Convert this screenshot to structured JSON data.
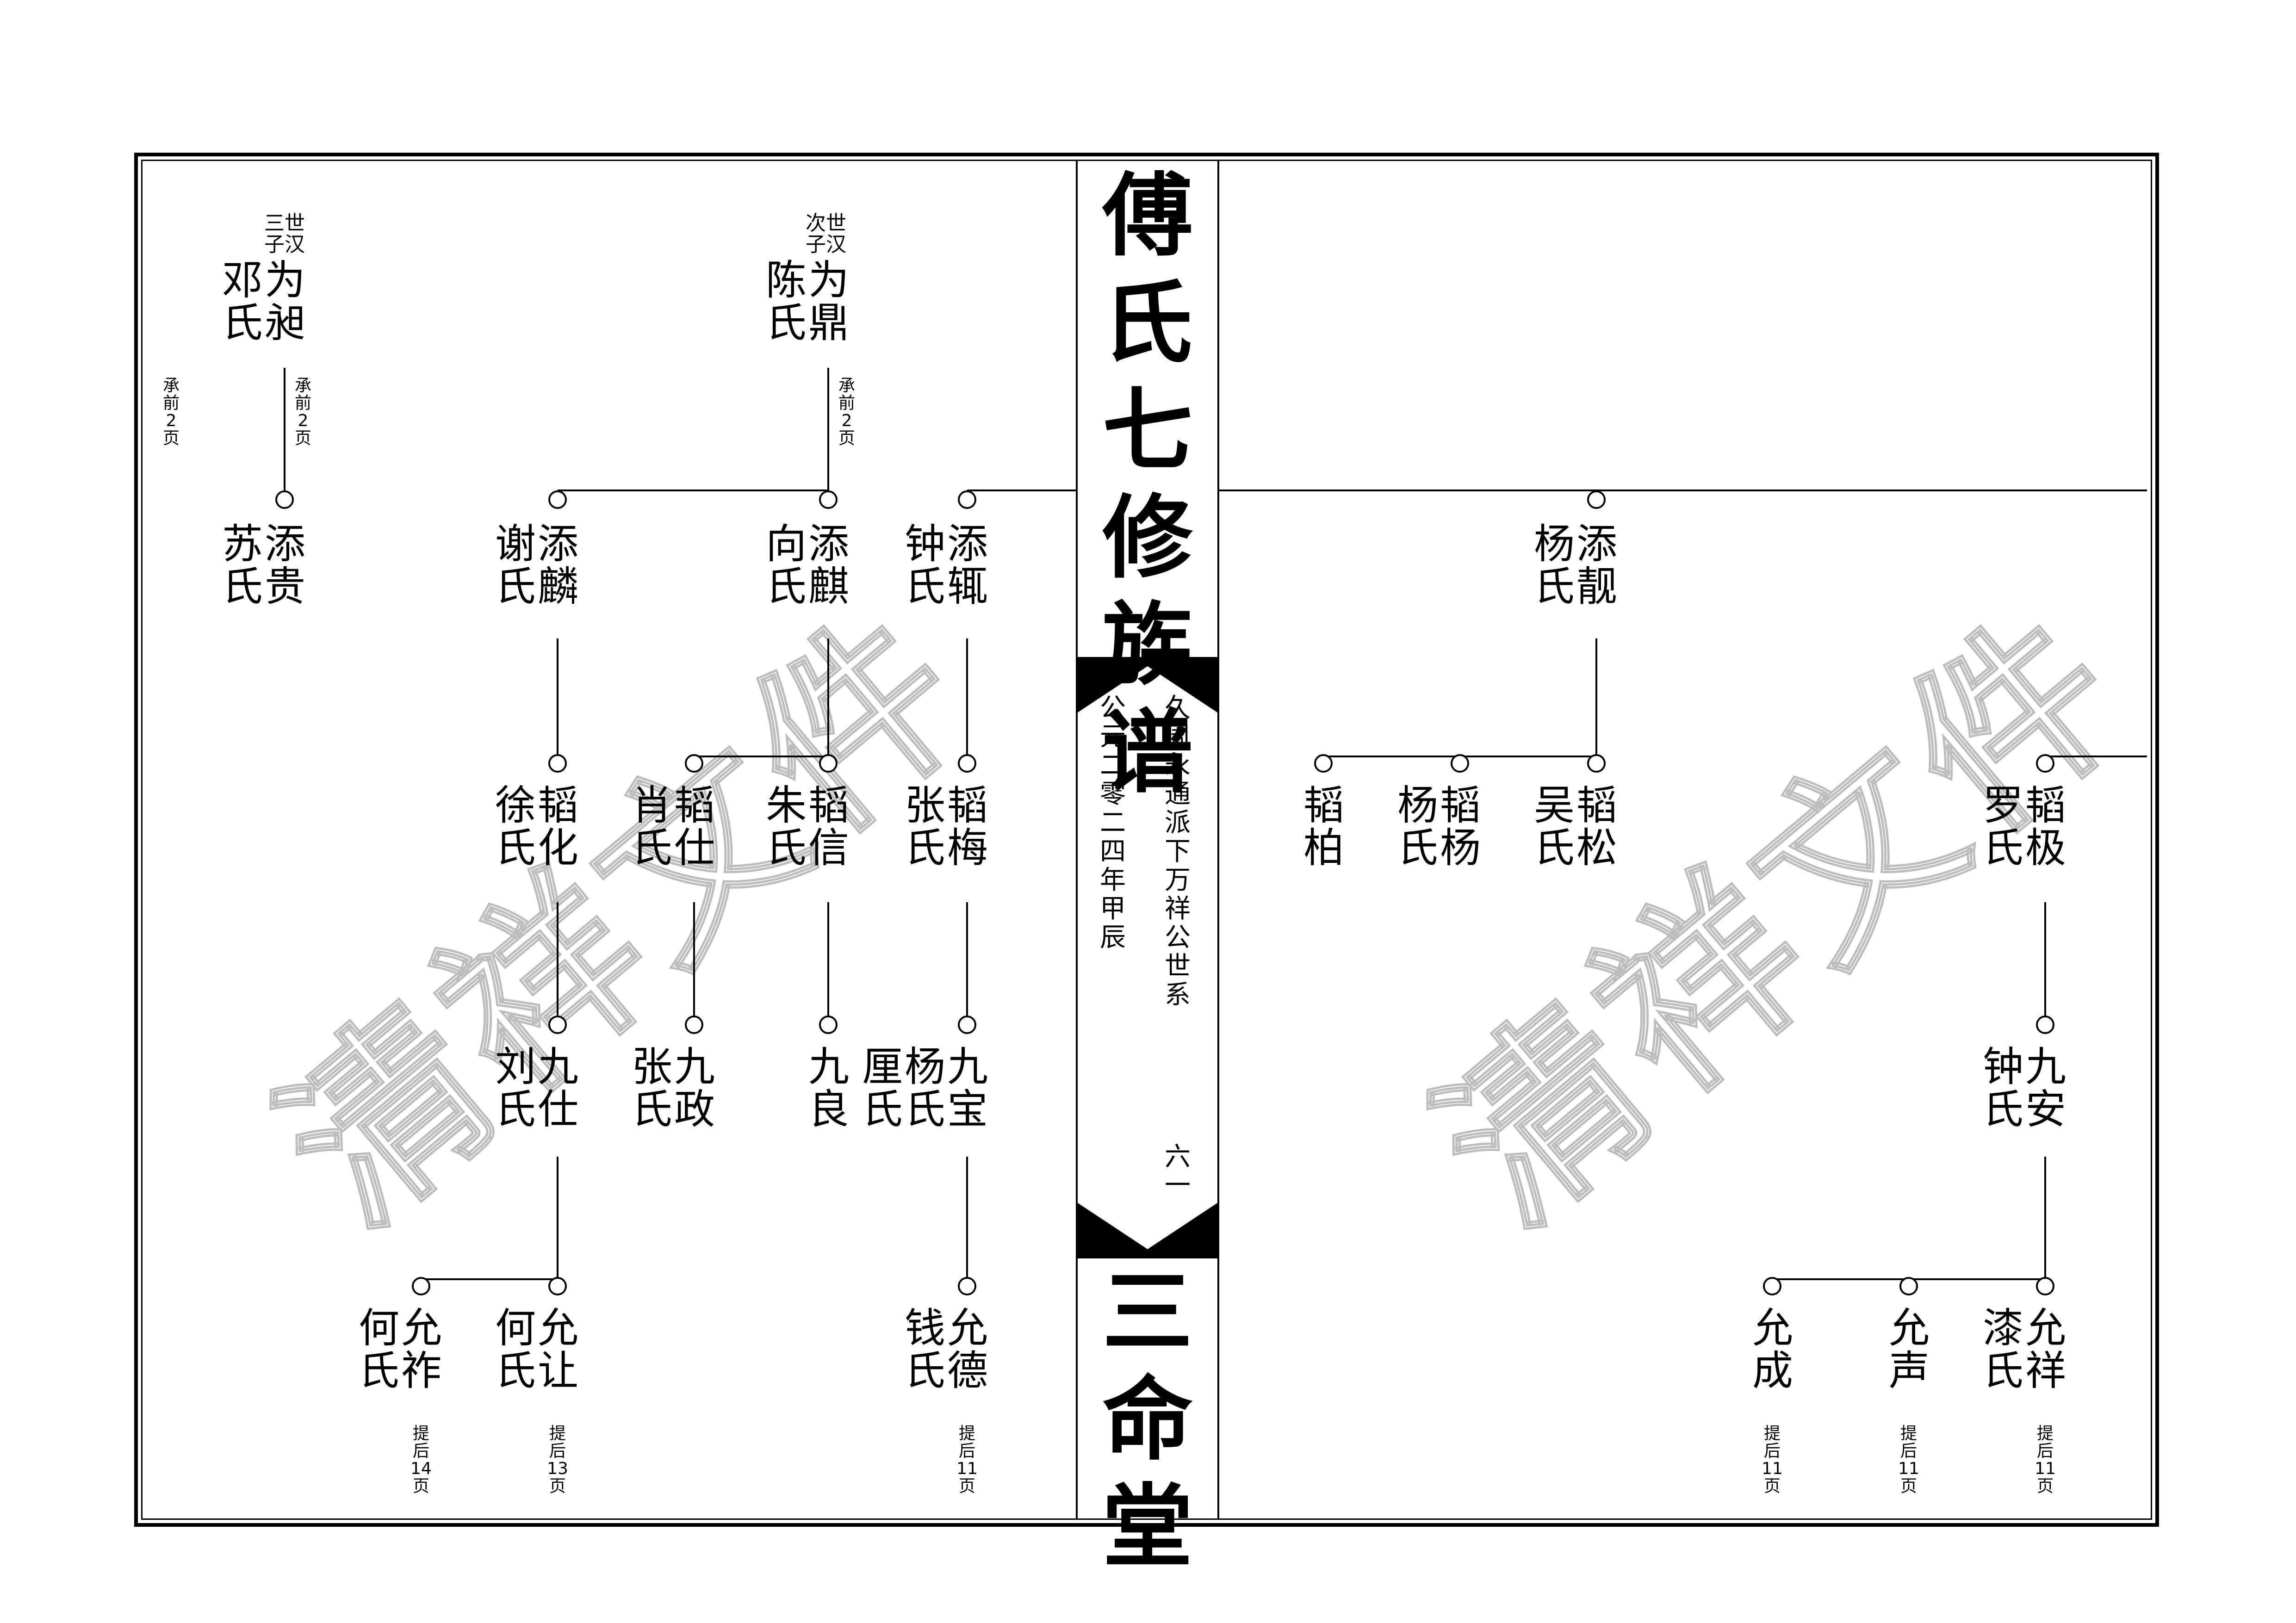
{
  "spine": {
    "title": "傅氏七修族谱",
    "lineage": "久周永通派下万祥公世系",
    "date": "公元二零二四年甲辰",
    "page_no": "六一",
    "hall": "三命堂"
  },
  "watermark": "清祥文件",
  "persons": [
    {
      "id": "p1",
      "a": "为",
      "b": "昶",
      "c": "邓",
      "d": "氏",
      "gen": "三世",
      "gen2": "子汉"
    },
    {
      "id": "p2",
      "a": "为",
      "b": "鼎",
      "c": "陈",
      "d": "氏",
      "gen": "次世",
      "gen2": "子汉"
    },
    {
      "id": "p3",
      "a": "添",
      "b": "贵",
      "c": "苏",
      "d": "氏"
    },
    {
      "id": "p4",
      "a": "添",
      "b": "麟",
      "c": "谢",
      "d": "氏"
    },
    {
      "id": "p5",
      "a": "添",
      "b": "麒",
      "c": "向",
      "d": "氏"
    },
    {
      "id": "p6",
      "a": "添",
      "b": "辄",
      "c": "钟",
      "d": "氏"
    },
    {
      "id": "p7",
      "a": "韬",
      "b": "化",
      "c": "徐",
      "d": "氏"
    },
    {
      "id": "p8",
      "a": "韬",
      "b": "仕",
      "c": "肖",
      "d": "氏"
    },
    {
      "id": "p9",
      "a": "韬",
      "b": "信",
      "c": "朱",
      "d": "氏"
    },
    {
      "id": "p10",
      "a": "韬",
      "b": "梅",
      "c": "张",
      "d": "氏"
    },
    {
      "id": "p11",
      "a": "九",
      "b": "仕",
      "c": "刘",
      "d": "氏"
    },
    {
      "id": "p12",
      "a": "九",
      "b": "政",
      "c": "张",
      "d": "氏"
    },
    {
      "id": "p13",
      "a": "九",
      "b": "良",
      "c": "",
      "d": ""
    },
    {
      "id": "p14",
      "a": "九",
      "b": "宝",
      "c": "杨",
      "d": "氏",
      "e": "厘",
      "f": "氏"
    },
    {
      "id": "p15",
      "a": "允",
      "b": "祚",
      "c": "何",
      "d": "氏"
    },
    {
      "id": "p16",
      "a": "允",
      "b": "让",
      "c": "何",
      "d": "氏"
    },
    {
      "id": "p17",
      "a": "允",
      "b": "德",
      "c": "钱",
      "d": "氏"
    },
    {
      "id": "p18",
      "a": "添",
      "b": "靓",
      "c": "杨",
      "d": "氏"
    },
    {
      "id": "p19",
      "a": "韬",
      "b": "柏",
      "c": "",
      "d": ""
    },
    {
      "id": "p20",
      "a": "韬",
      "b": "杨",
      "c": "杨",
      "d": "氏"
    },
    {
      "id": "p21",
      "a": "韬",
      "b": "松",
      "c": "吴",
      "d": "氏"
    },
    {
      "id": "p22",
      "a": "韬",
      "b": "极",
      "c": "罗",
      "d": "氏"
    },
    {
      "id": "p23",
      "a": "九",
      "b": "安",
      "c": "钟",
      "d": "氏"
    },
    {
      "id": "p24",
      "a": "允",
      "b": "成",
      "c": "",
      "d": ""
    },
    {
      "id": "p25",
      "a": "允",
      "b": "声",
      "c": "",
      "d": ""
    },
    {
      "id": "p26",
      "a": "允",
      "b": "祥",
      "c": "漆",
      "d": "氏"
    }
  ],
  "notes": {
    "cheng_qian_2_a": [
      "承",
      "前",
      "2",
      "页"
    ],
    "cheng_qian_2_b": [
      "承",
      "前",
      "2",
      "页"
    ],
    "cheng_qian_2_c": [
      "承",
      "前",
      "2",
      "页"
    ],
    "ti_hou_14": [
      "提",
      "后",
      "14",
      "页"
    ],
    "ti_hou_13": [
      "提",
      "后",
      "13",
      "页"
    ],
    "ti_hou_11_a": [
      "提",
      "后",
      "11",
      "页"
    ],
    "ti_hou_11_b": [
      "提",
      "后",
      "11",
      "页"
    ],
    "ti_hou_11_c": [
      "提",
      "后",
      "11",
      "页"
    ],
    "ti_hou_11_d": [
      "提",
      "后",
      "11",
      "页"
    ]
  }
}
